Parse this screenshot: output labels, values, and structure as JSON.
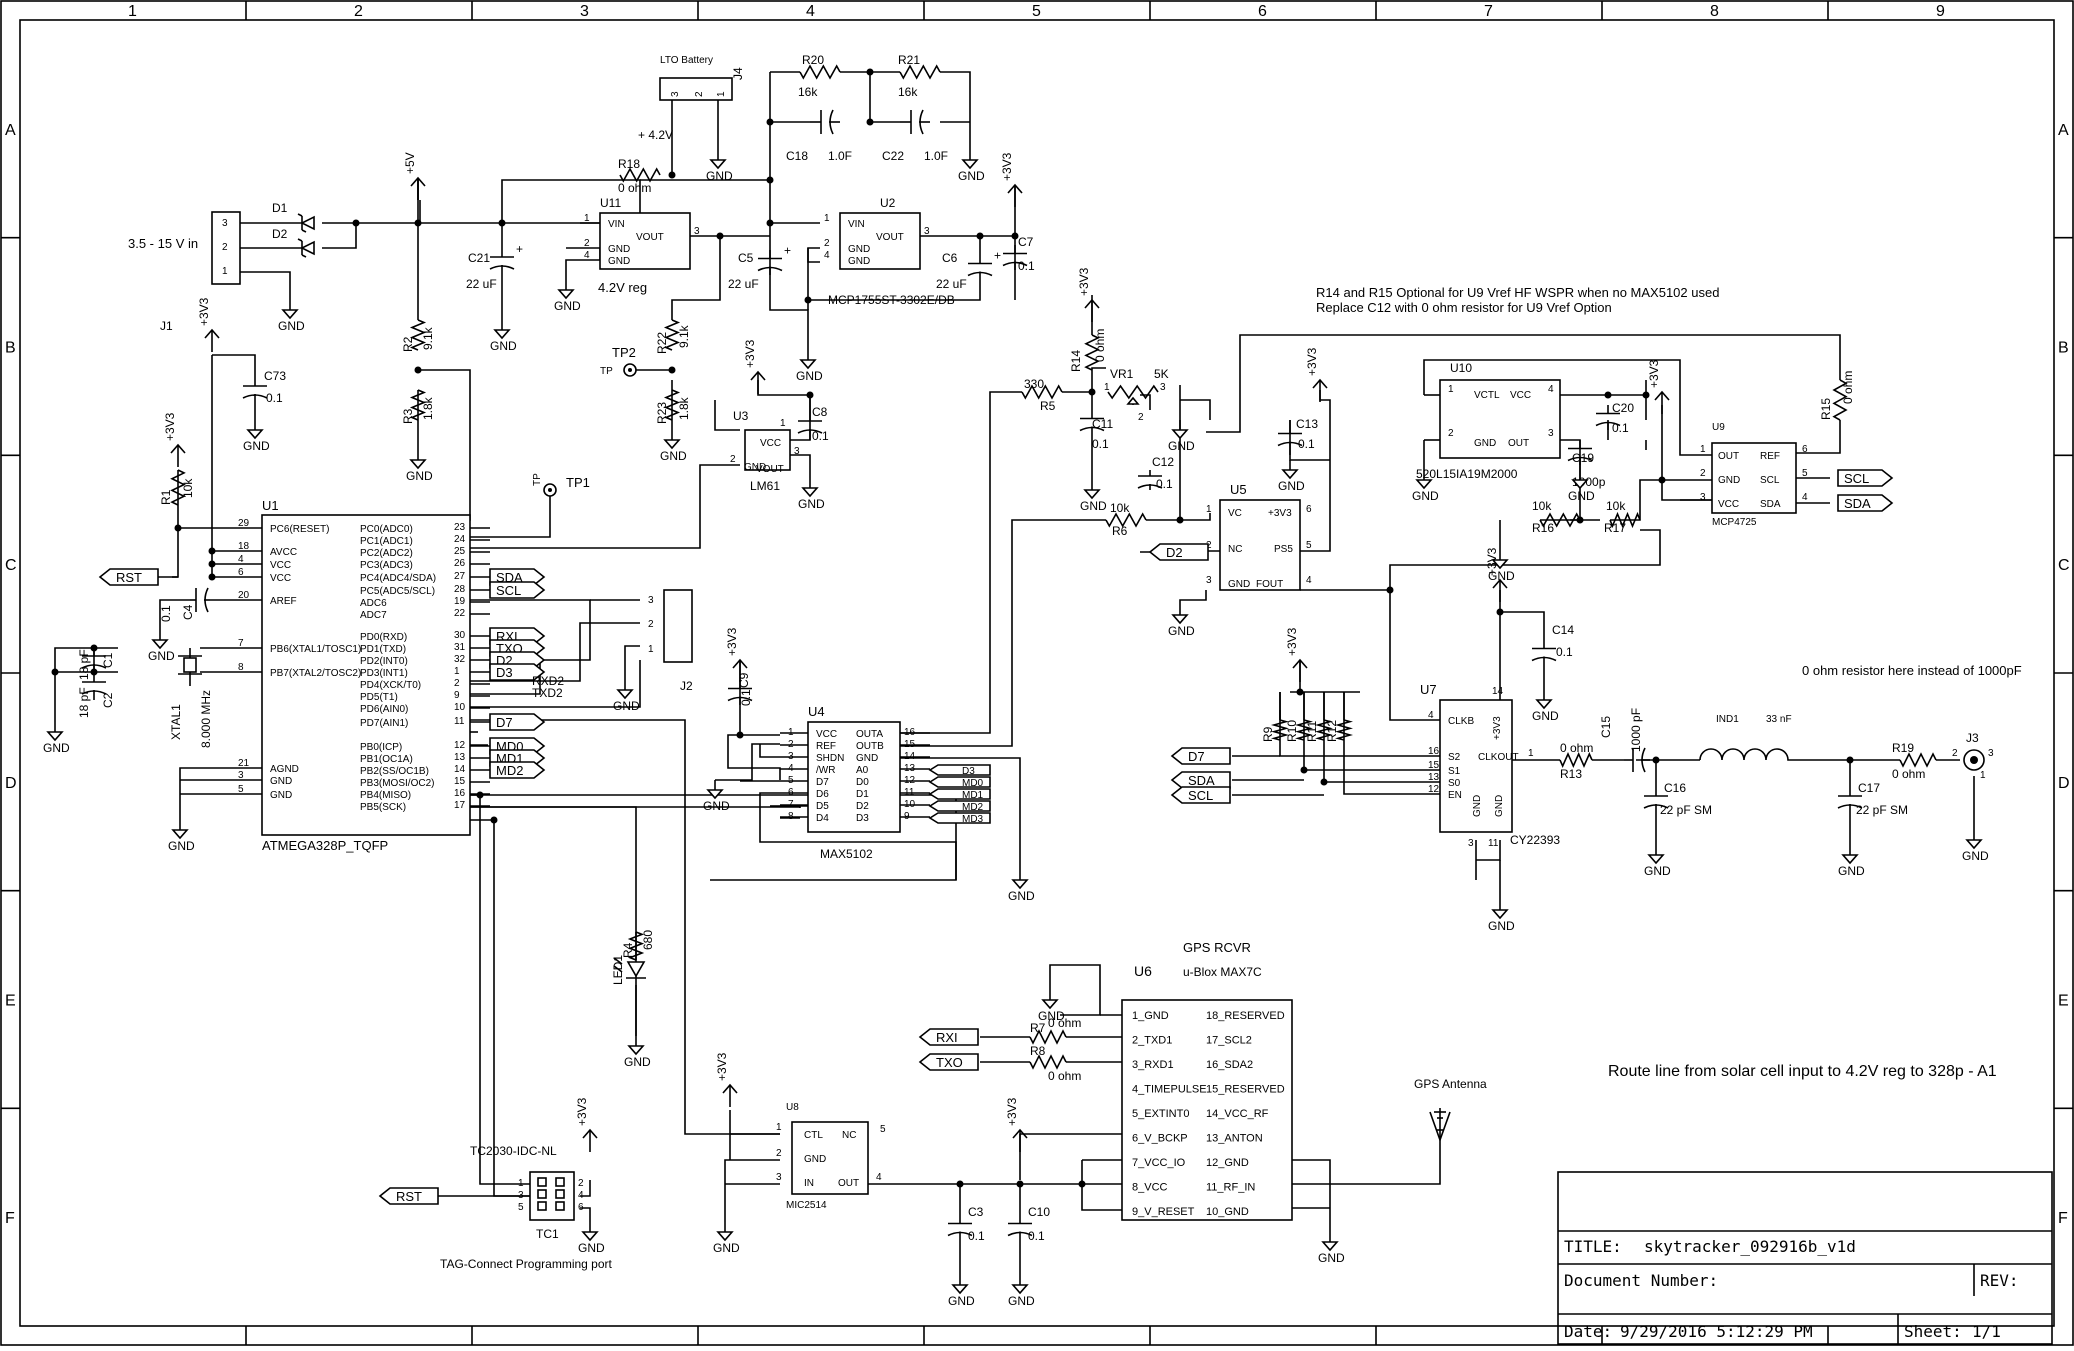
{
  "border": {
    "cols": [
      "1",
      "2",
      "3",
      "4",
      "5",
      "6",
      "7",
      "8",
      "9"
    ],
    "rows": [
      "A",
      "B",
      "C",
      "D",
      "E",
      "F"
    ]
  },
  "notes": {
    "vref": "R14 and R15 Optional for U9 Vref HF WSPR when no MAX5102 used",
    "vref2": "Replace C12 with 0 ohm resistor for U9 Vref Option",
    "zero_ohm": "0 ohm resistor here instead of 1000pF",
    "route": "Route line from solar cell input to 4.2V reg to 328p - A1",
    "vin": "3.5 - 15 V in",
    "gps_rcvr": "GPS RCVR",
    "gps_antenna": "GPS Antenna",
    "tag_port": "TAG-Connect Programming port",
    "lto": "LTO Battery",
    "plus42": "+ 4.2V"
  },
  "title_block": {
    "title_label": "TITLE:",
    "title": "skytracker_092916b_v1d",
    "docnum_label": "Document Number:",
    "rev_label": "REV:",
    "date_label": "Date:",
    "date": "9/29/2016 5:12:29 PM",
    "sheet_label": "Sheet:",
    "sheet": "1/1"
  },
  "power": {
    "p5v": "+5V",
    "p3v3": "+3V3",
    "gnd": "GND"
  },
  "ports": {
    "rst": "RST",
    "sda": "SDA",
    "scl": "SCL",
    "rxi": "RXI",
    "txo": "TXO",
    "d2": "D2",
    "d3": "D3",
    "d7": "D7",
    "md0": "MD0",
    "md1": "MD1",
    "md2": "MD2",
    "rxd2": "RXD2",
    "txd2": "TXD2"
  },
  "components": {
    "u1": {
      "ref": "U1",
      "part": "ATMEGA328P_TQFP",
      "left_pins": [
        {
          "num": "29",
          "name": "PC6(RESET)"
        },
        {
          "num": "18",
          "name": "AVCC"
        },
        {
          "num": "4",
          "name": "VCC"
        },
        {
          "num": "6",
          "name": "VCC"
        },
        {
          "num": "20",
          "name": "AREF"
        },
        {
          "num": "7",
          "name": "PB6(XTAL1/TOSC1)"
        },
        {
          "num": "8",
          "name": "PB7(XTAL2/TOSC2)"
        },
        {
          "num": "21",
          "name": "AGND"
        },
        {
          "num": "3",
          "name": "GND"
        },
        {
          "num": "5",
          "name": "GND"
        }
      ],
      "right_pins": [
        {
          "num": "23",
          "name": "PC0(ADC0)"
        },
        {
          "num": "24",
          "name": "PC1(ADC1)"
        },
        {
          "num": "25",
          "name": "PC2(ADC2)"
        },
        {
          "num": "26",
          "name": "PC3(ADC3)"
        },
        {
          "num": "27",
          "name": "PC4(ADC4/SDA)"
        },
        {
          "num": "28",
          "name": "PC5(ADC5/SCL)"
        },
        {
          "num": "19",
          "name": "ADC6"
        },
        {
          "num": "22",
          "name": "ADC7"
        },
        {
          "num": "30",
          "name": "PD0(RXD)"
        },
        {
          "num": "31",
          "name": "PD1(TXD)"
        },
        {
          "num": "32",
          "name": "PD2(INT0)"
        },
        {
          "num": "1",
          "name": "PD3(INT1)"
        },
        {
          "num": "2",
          "name": "PD4(XCK/T0)"
        },
        {
          "num": "9",
          "name": "PD5(T1)"
        },
        {
          "num": "10",
          "name": "PD6(AIN0)"
        },
        {
          "num": "11",
          "name": "PD7(AIN1)"
        },
        {
          "num": "12",
          "name": "PB0(ICP)"
        },
        {
          "num": "13",
          "name": "PB1(OC1A)"
        },
        {
          "num": "14",
          "name": "PB2(SS/OC1B)"
        },
        {
          "num": "15",
          "name": "PB3(MOSI/OC2)"
        },
        {
          "num": "16",
          "name": "PB4(MISO)"
        },
        {
          "num": "17",
          "name": "PB5(SCK)"
        }
      ]
    },
    "u4": {
      "ref": "U4",
      "part": "MAX5102",
      "left_pins": [
        {
          "num": "1",
          "name": "VCC"
        },
        {
          "num": "2",
          "name": "REF"
        },
        {
          "num": "3",
          "name": "SHDN"
        },
        {
          "num": "4",
          "name": "/WR"
        },
        {
          "num": "5",
          "name": "D7"
        },
        {
          "num": "6",
          "name": "D6"
        },
        {
          "num": "7",
          "name": "D5"
        },
        {
          "num": "8",
          "name": "D4"
        }
      ],
      "right_pins": [
        {
          "num": "16",
          "name": "OUTA"
        },
        {
          "num": "15",
          "name": "OUTB"
        },
        {
          "num": "14",
          "name": "GND"
        },
        {
          "num": "13",
          "name": "A0"
        },
        {
          "num": "12",
          "name": "D0"
        },
        {
          "num": "11",
          "name": "D1"
        },
        {
          "num": "10",
          "name": "D2"
        },
        {
          "num": "9",
          "name": "D3"
        }
      ],
      "right_nets": [
        "D3",
        "MD0",
        "MD1",
        "MD2",
        "MD3"
      ]
    },
    "u6": {
      "ref": "U6",
      "part": "u-Blox MAX7C",
      "left_pins": [
        "1_GND",
        "2_TXD1",
        "3_RXD1",
        "4_TIMEPULSE",
        "5_EXTINT0",
        "6_V_BCKP",
        "7_VCC_IO",
        "8_VCC",
        "9_V_RESET"
      ],
      "right_pins": [
        "18_RESERVED",
        "17_SCL2",
        "16_SDA2",
        "15_RESERVED",
        "14_VCC_RF",
        "13_ANTON",
        "12_GND",
        "11_RF_IN",
        "10_GND"
      ]
    },
    "u7": {
      "ref": "U7",
      "part": "CY22393",
      "left_pins": [
        {
          "num": "4",
          "name": "CLKB"
        },
        {
          "num": "16",
          "name": "S2"
        },
        {
          "num": "15",
          "name": "S1"
        },
        {
          "num": "13",
          "name": "S0"
        },
        {
          "num": "12",
          "name": "EN"
        }
      ],
      "right_pins": [
        {
          "num": "1",
          "name": "CLKOUT"
        }
      ],
      "top_pins": [
        {
          "num": "14",
          "name": "+3V3"
        }
      ],
      "bottom_pins": [
        {
          "num": "3",
          "name": "GND"
        },
        {
          "num": "11",
          "name": "GND"
        }
      ]
    },
    "u5": {
      "ref": "U5",
      "pins": [
        {
          "num": "1",
          "name": "VC"
        },
        {
          "num": "6",
          "name": "+3V3"
        },
        {
          "num": "2",
          "name": "NC"
        },
        {
          "num": "5",
          "name": "PS5"
        },
        {
          "num": "3",
          "name": "GND"
        },
        {
          "num": "4",
          "name": "FOUT"
        }
      ]
    },
    "u9": {
      "ref": "U9",
      "part": "MCP4725",
      "pins": [
        {
          "num": "1",
          "name": "OUT"
        },
        {
          "num": "6",
          "name": "REF"
        },
        {
          "num": "2",
          "name": "GND"
        },
        {
          "num": "5",
          "name": "SCL"
        },
        {
          "num": "3",
          "name": "VCC"
        },
        {
          "num": "4",
          "name": "SDA"
        }
      ]
    },
    "u10": {
      "ref": "U10",
      "part": "520L15IA19M2000",
      "pins": [
        {
          "num": "1",
          "name": "VCTL"
        },
        {
          "num": "4",
          "name": "VCC"
        },
        {
          "num": "2",
          "name": "GND"
        },
        {
          "num": "3",
          "name": "OUT"
        }
      ]
    },
    "u11": {
      "ref": "U11",
      "part": "4.2V reg",
      "pins": [
        "VIN",
        "VOUT",
        "GND",
        "GND"
      ],
      "nums": [
        "1",
        "3",
        "2",
        "4"
      ]
    },
    "u2": {
      "ref": "U2",
      "part": "MCP1755ST-3302E/DB",
      "pins": [
        "VIN",
        "VOUT",
        "GND",
        "GND"
      ],
      "nums": [
        "1",
        "3",
        "2",
        "4"
      ]
    },
    "u3": {
      "ref": "U3",
      "part": "LM61",
      "pins": [
        "VCC",
        "VOUT",
        "GND"
      ],
      "nums": [
        "3",
        "2",
        "1"
      ]
    },
    "u8": {
      "ref": "U8",
      "part": "MIC2514",
      "pins": [
        "CTL",
        "GND",
        "IN",
        "NC",
        "OUT"
      ],
      "nums": [
        "1",
        "2",
        "3",
        "5",
        "4"
      ]
    },
    "tc1": {
      "ref": "TC1",
      "part": "TC2030-IDC-NL",
      "nums": [
        "1",
        "2",
        "3",
        "4",
        "5",
        "6"
      ]
    },
    "j1": {
      "ref": "J1",
      "nums": [
        "3",
        "2",
        "1"
      ]
    },
    "j2": {
      "ref": "J2",
      "nums": [
        "3",
        "2",
        "1"
      ]
    },
    "j3": {
      "ref": "J3",
      "nums": [
        "2",
        "1",
        "3"
      ]
    },
    "j4": {
      "ref": "J4",
      "nums": [
        "3",
        "2",
        "1"
      ]
    },
    "tp": {
      "tp1": "TP1",
      "tp2": "TP2",
      "tp": "TP"
    },
    "vr1": {
      "ref": "VR1",
      "value": "5K",
      "nums": [
        "1",
        "2",
        "3"
      ]
    },
    "ind1": {
      "ref": "IND1",
      "value": "33 nF"
    },
    "xtal1": {
      "ref": "XTAL1",
      "value": "8.000 MHz"
    },
    "d1": {
      "ref": "D1"
    },
    "d2": {
      "ref": "D2"
    },
    "led1": {
      "ref": "LED1"
    },
    "resistors": [
      {
        "ref": "R1",
        "value": "10k"
      },
      {
        "ref": "R2",
        "value": "9.1k"
      },
      {
        "ref": "R3",
        "value": "1.8k"
      },
      {
        "ref": "R4",
        "value": "680"
      },
      {
        "ref": "R5",
        "value": "330"
      },
      {
        "ref": "R6",
        "value": "10k"
      },
      {
        "ref": "R7",
        "value": "0 ohm"
      },
      {
        "ref": "R8",
        "value": "0 ohm"
      },
      {
        "ref": "R9",
        "value": ""
      },
      {
        "ref": "R10",
        "value": ""
      },
      {
        "ref": "R11",
        "value": ""
      },
      {
        "ref": "R12",
        "value": ""
      },
      {
        "ref": "R13",
        "value": "0 ohm"
      },
      {
        "ref": "R14",
        "value": "0 ohm"
      },
      {
        "ref": "R15",
        "value": "0 ohm"
      },
      {
        "ref": "R16",
        "value": "10k"
      },
      {
        "ref": "R17",
        "value": "10k"
      },
      {
        "ref": "R18",
        "value": "0 ohm"
      },
      {
        "ref": "R19",
        "value": "0 ohm"
      },
      {
        "ref": "R20",
        "value": "16k"
      },
      {
        "ref": "R21",
        "value": "16k"
      },
      {
        "ref": "R22",
        "value": "9.1k"
      },
      {
        "ref": "R23",
        "value": "1.8k"
      }
    ],
    "capacitors": [
      {
        "ref": "C1",
        "value": "18 pF"
      },
      {
        "ref": "C2",
        "value": "18 pF"
      },
      {
        "ref": "C3",
        "value": "0.1"
      },
      {
        "ref": "C4",
        "value": "0.1"
      },
      {
        "ref": "C5",
        "value": "22 uF"
      },
      {
        "ref": "C6",
        "value": "22 uF"
      },
      {
        "ref": "C7",
        "value": "0.1"
      },
      {
        "ref": "C8",
        "value": "0.1"
      },
      {
        "ref": "C9",
        "value": "0.1"
      },
      {
        "ref": "C10",
        "value": "0.1"
      },
      {
        "ref": "C11",
        "value": "0.1"
      },
      {
        "ref": "C12",
        "value": "0.1"
      },
      {
        "ref": "C13",
        "value": "0.1"
      },
      {
        "ref": "C14",
        "value": "0.1"
      },
      {
        "ref": "C15",
        "value": "1000 pF"
      },
      {
        "ref": "C16",
        "value": "22 pF SM"
      },
      {
        "ref": "C17",
        "value": "22 pF SM"
      },
      {
        "ref": "C18",
        "value": "1.0F"
      },
      {
        "ref": "C19",
        "value": "1000p"
      },
      {
        "ref": "C20",
        "value": "0.1"
      },
      {
        "ref": "C21",
        "value": "22 uF"
      },
      {
        "ref": "C22",
        "value": "1.0F"
      },
      {
        "ref": "C73",
        "value": "0.1"
      }
    ]
  }
}
